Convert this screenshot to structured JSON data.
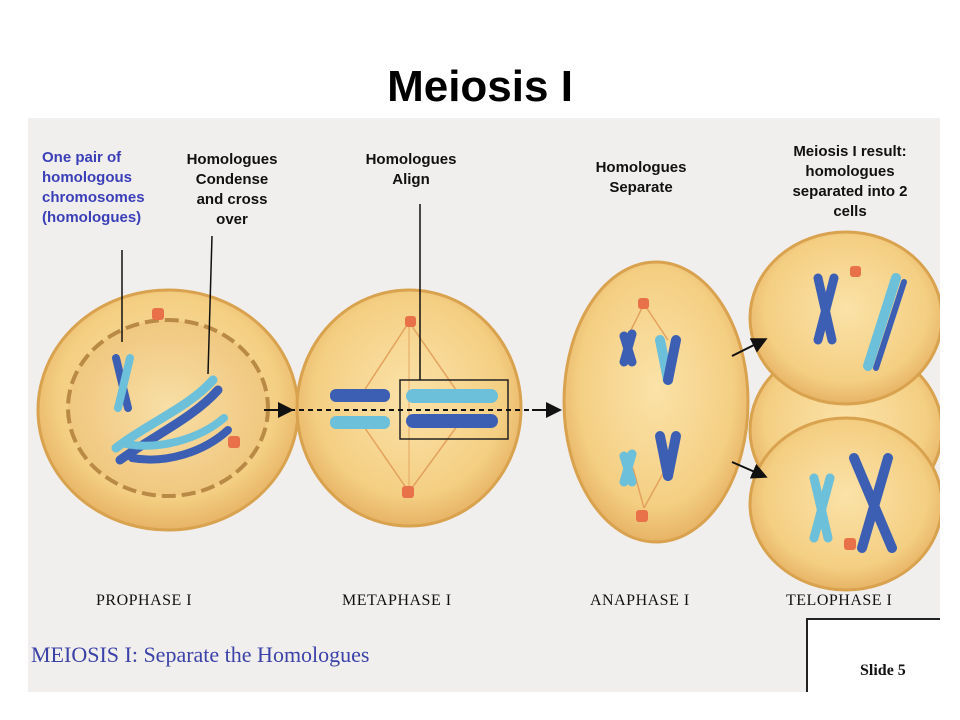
{
  "title": "Meiosis  I",
  "labels": {
    "one_pair": "One pair of\nhomologous\nchromosomes\n(homologues)",
    "condense": "Homologues\nCondense\nand cross\nover",
    "align": "Homologues\nAlign",
    "separate": "Homologues\nSeparate",
    "result": "Meiosis I result:\nhomologues\nseparated into 2\ncells"
  },
  "phases": [
    "PROPHASE I",
    "METAPHASE I",
    "ANAPHASE I",
    "TELOPHASE I"
  ],
  "caption": "MEIOSIS I: Separate the Homologues",
  "slide_number": "Slide 5",
  "colors": {
    "cell_fill": "#f4cf83",
    "cell_edge": "#d9a24e",
    "dark_chromosome": "#3d5fb3",
    "light_chromosome": "#6cc0da",
    "centrosome": "#e8714a",
    "caption_blue": "#3b42a8",
    "label_blue": "#3a3fb8"
  }
}
